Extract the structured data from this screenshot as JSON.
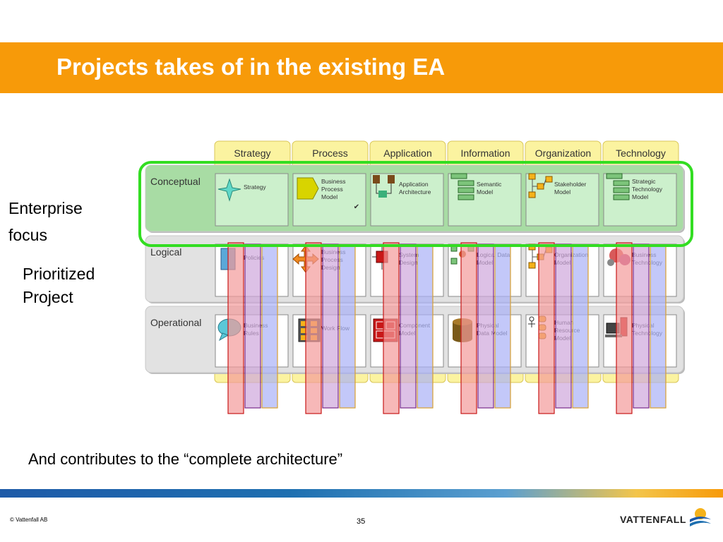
{
  "slide": {
    "title": "Projects takes of in the existing EA",
    "enterprise_focus_line1": "Enterprise",
    "enterprise_focus_line2": "focus",
    "prioritized_line1": "Prioritized",
    "prioritized_line2": "Project",
    "contributes": "And contributes to the “complete architecture”",
    "copyright": "© Vattenfall AB",
    "page_number": "35",
    "logo_text": "VATTENFALL"
  },
  "diagram": {
    "columns": [
      "Strategy",
      "Process",
      "Application",
      "Information",
      "Organization",
      "Technology"
    ],
    "rows": [
      "Conceptual",
      "Logical",
      "Operational"
    ],
    "cells": [
      [
        [
          "Strategy"
        ],
        [
          "Business",
          "Process",
          "Model"
        ],
        [
          "Application",
          "Architecture"
        ],
        [
          "Semantic",
          "Model"
        ],
        [
          "Stakeholder",
          "Model"
        ],
        [
          "Strategic",
          "Technology",
          "Model"
        ]
      ],
      [
        [
          "Policies"
        ],
        [
          "Business",
          "Process",
          "Design"
        ],
        [
          "System",
          "Design"
        ],
        [
          "Logical Data",
          "Model"
        ],
        [
          "Organization",
          "Model"
        ],
        [
          "Business",
          "Technology"
        ]
      ],
      [
        [
          "Business",
          "Rules"
        ],
        [
          "Work Flow"
        ],
        [
          "Component",
          "Model"
        ],
        [
          "Physical",
          "Data Model"
        ],
        [
          "Human",
          "Resource",
          "Model"
        ],
        [
          "Physical",
          "Technology"
        ]
      ]
    ],
    "icons": [
      [
        "star-icon",
        "pentagon-arrow-icon",
        "component-boxes-icon",
        "hierarchy-boxes-icon",
        "org-chart-icon",
        "stacked-boxes-icon"
      ],
      [
        "document-icon",
        "cross-arrows-icon",
        "system-block-icon",
        "data-structure-icon",
        "org-boxes-icon",
        "gears-icon"
      ],
      [
        "speech-bubble-icon",
        "workflow-grid-icon",
        "component-frame-icon",
        "database-icon",
        "person-network-icon",
        "computer-icon"
      ]
    ],
    "colors": {
      "banner": "#f79a09",
      "header_tab": "#fbf3a0",
      "conceptual_band": "#a8dca4",
      "conceptual_cell": "#ccf0cc",
      "highlight_outline": "#33dd22",
      "gray_band": "#e2e2e2",
      "red_strip": "#f49a9a",
      "purple_strip": "#cfa6dc",
      "blue_strip": "#aab0f6"
    }
  }
}
